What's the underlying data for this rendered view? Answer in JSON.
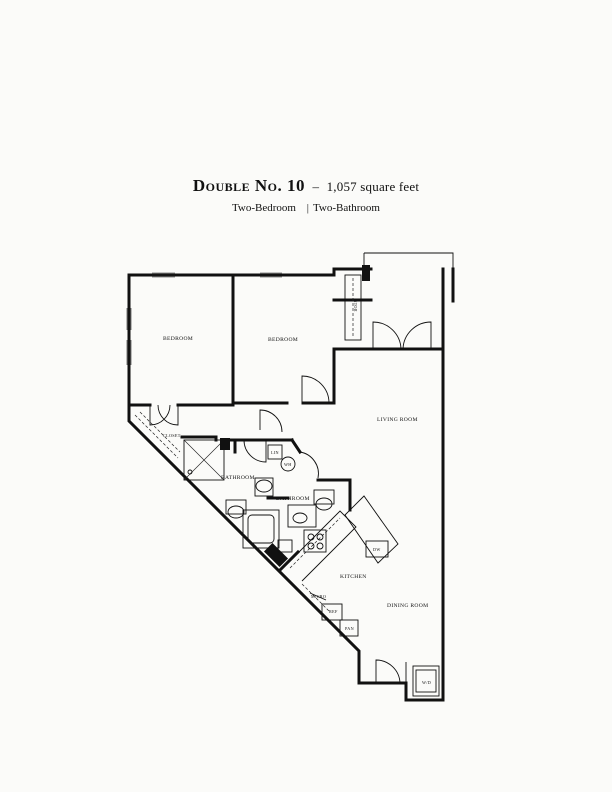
{
  "header": {
    "title": "Double No. 10",
    "separator": "–",
    "area": "1,057 square feet",
    "bedrooms": "Two-Bedroom",
    "bathrooms": "Two-Bathroom"
  },
  "rooms": {
    "bedroom_1": "BEDROOM",
    "bedroom_2": "BEDROOM",
    "living_room": "LIVING ROOM",
    "closet": "CLOSET",
    "bathroom_1": "BATHROOM",
    "bathroom_2": "BATHROOM",
    "linen": "LIN",
    "water_heater": "WH",
    "kitchen": "KITCHEN",
    "dining_room": "DINING ROOM",
    "dishwasher": "DW",
    "refrigerator": "REF",
    "pantry": "PAN",
    "washer_dryer": "W/D",
    "storage": "STOR",
    "micro": "MICRO"
  }
}
